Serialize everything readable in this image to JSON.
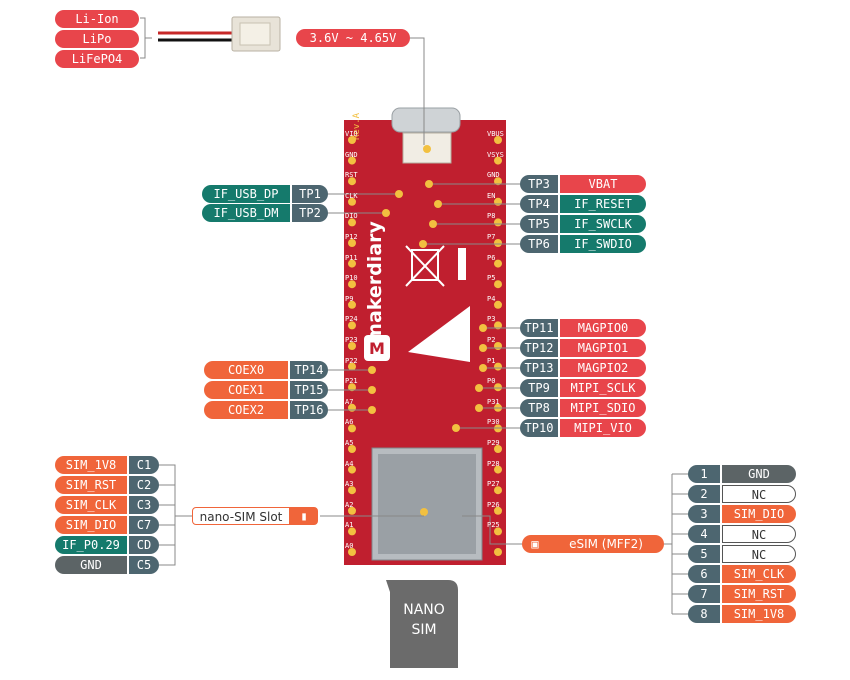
{
  "battery": {
    "types": [
      "Li-Ion",
      "LiPo",
      "LiFePO4"
    ],
    "voltage": "3.6V ~ 4.65V"
  },
  "board": {
    "brand": "makerdiary",
    "revision": "Rev.A",
    "left_pins": [
      "VIO",
      "GND",
      "RST",
      "CLK",
      "DIO",
      "P12",
      "P11",
      "P10",
      "P9",
      "P24",
      "P23",
      "P22",
      "P21",
      "A7",
      "A6",
      "A5",
      "A4",
      "A3",
      "A2",
      "A1",
      "A0"
    ],
    "right_pins": [
      "VBUS",
      "VSYS",
      "GND",
      "EN",
      "P8",
      "P7",
      "P6",
      "P5",
      "P4",
      "P3",
      "P2",
      "P1",
      "P0",
      "P31",
      "P30",
      "P29",
      "P28",
      "P27",
      "P26",
      "P25"
    ]
  },
  "left_labels": [
    {
      "tp": "TP1",
      "signal": "IF_USB_DP"
    },
    {
      "tp": "TP2",
      "signal": "IF_USB_DM"
    },
    {
      "tp": "TP14",
      "signal": "COEX0"
    },
    {
      "tp": "TP15",
      "signal": "COEX1"
    },
    {
      "tp": "TP16",
      "signal": "COEX2"
    }
  ],
  "right_labels": [
    {
      "tp": "TP3",
      "signal": "VBAT"
    },
    {
      "tp": "TP4",
      "signal": "IF_RESET"
    },
    {
      "tp": "TP5",
      "signal": "IF_SWCLK"
    },
    {
      "tp": "TP6",
      "signal": "IF_SWDIO"
    },
    {
      "tp": "TP11",
      "signal": "MAGPIO0"
    },
    {
      "tp": "TP12",
      "signal": "MAGPIO1"
    },
    {
      "tp": "TP13",
      "signal": "MAGPIO2"
    },
    {
      "tp": "TP9",
      "signal": "MIPI_SCLK"
    },
    {
      "tp": "TP8",
      "signal": "MIPI_SDIO"
    },
    {
      "tp": "TP10",
      "signal": "MIPI_VIO"
    }
  ],
  "sim_slot": {
    "label": "nano-SIM Slot",
    "pins": [
      {
        "signal": "SIM_1V8",
        "pin": "C1"
      },
      {
        "signal": "SIM_RST",
        "pin": "C2"
      },
      {
        "signal": "SIM_CLK",
        "pin": "C3"
      },
      {
        "signal": "SIM_DIO",
        "pin": "C7"
      },
      {
        "signal": "IF_P0.29",
        "pin": "CD"
      },
      {
        "signal": "GND",
        "pin": "C5"
      }
    ]
  },
  "esim": {
    "label": "eSIM (MFF2)",
    "pins": [
      {
        "num": "1",
        "signal": "GND"
      },
      {
        "num": "2",
        "signal": "NC"
      },
      {
        "num": "3",
        "signal": "SIM_DIO"
      },
      {
        "num": "4",
        "signal": "NC"
      },
      {
        "num": "5",
        "signal": "NC"
      },
      {
        "num": "6",
        "signal": "SIM_CLK"
      },
      {
        "num": "7",
        "signal": "SIM_RST"
      },
      {
        "num": "8",
        "signal": "SIM_1V8"
      }
    ]
  },
  "nano_card": {
    "line1": "NANO",
    "line2": "SIM"
  },
  "colors": {
    "board": "#c01f2f",
    "red": "#e8454b",
    "teal": "#157a6c",
    "slate": "#4d6670",
    "orange": "#f0653a",
    "gray": "#5c6466",
    "pad": "#f2c040"
  }
}
